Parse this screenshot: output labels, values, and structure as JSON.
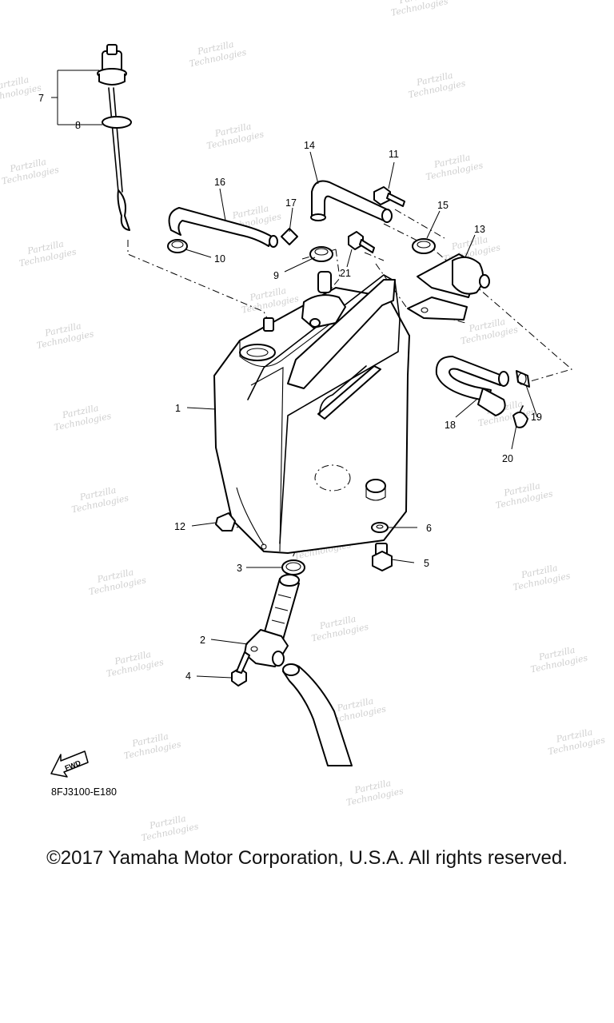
{
  "diagram": {
    "part_callouts": [
      "1",
      "2",
      "3",
      "4",
      "5",
      "6",
      "7",
      "8",
      "9",
      "10",
      "11",
      "12",
      "13",
      "14",
      "15",
      "16",
      "17",
      "18",
      "19",
      "20",
      "21"
    ],
    "diagram_code": "8FJ3100-E180",
    "direction_badge": "FWD",
    "watermark_line1": "Partzilla",
    "watermark_line2": "Technologies"
  },
  "footer": {
    "copyright": "©2017 Yamaha Motor Corporation, U.S.A. All rights reserved."
  }
}
